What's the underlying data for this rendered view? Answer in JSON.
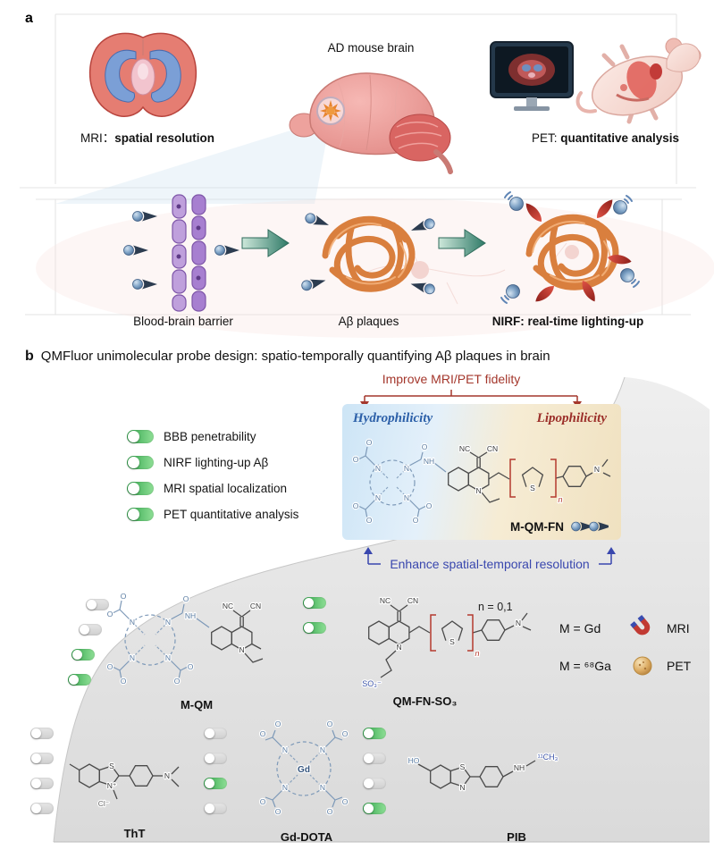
{
  "panel_a": {
    "label": "a",
    "mri": {
      "prefix": "MRI：",
      "bold": "spatial resolution"
    },
    "center_title": "AD mouse brain",
    "pet": {
      "prefix": "PET: ",
      "bold": "quantitative analysis"
    },
    "bottom": {
      "bbb_label": "Blood-brain barrier",
      "abeta_label": "Aβ plaques",
      "nirf_label": "NIRF: real-time lighting-up"
    }
  },
  "panel_b": {
    "label": "b",
    "title": "QMFluor unimolecular probe design: spatio-temporally quantifying Aβ plaques in brain",
    "improve_label": "Improve MRI/PET fidelity",
    "hydrophilicity": "Hydrophilicity",
    "lipophilicity": "Lipophilicity",
    "enhance_label": "Enhance spatial-temporal resolution",
    "probe_name": "M-QM-FN",
    "features": [
      {
        "label": "BBB penetrability",
        "state": "on"
      },
      {
        "label": "NIRF lighting-up Aβ",
        "state": "on"
      },
      {
        "label": "MRI spatial localization",
        "state": "on"
      },
      {
        "label": "PET quantitative analysis",
        "state": "on"
      }
    ],
    "compounds": {
      "mqm": {
        "name": "M-QM",
        "toggles": [
          "off",
          "off",
          "on",
          "on"
        ]
      },
      "qmfnso3": {
        "name": "QM-FN-SO₃",
        "n_note": "n = 0,1",
        "toggles": [
          "on",
          "on"
        ]
      },
      "tht": {
        "name": "ThT",
        "toggles": [
          "off",
          "off",
          "off",
          "off"
        ]
      },
      "gddota": {
        "name": "Gd-DOTA",
        "toggles": [
          "off",
          "off",
          "on",
          "off"
        ]
      },
      "pib": {
        "name": "PIB",
        "toggles": [
          "on",
          "off",
          "off",
          "on"
        ]
      }
    },
    "legend": {
      "row1": {
        "text": "M = Gd",
        "modality": "MRI"
      },
      "row2": {
        "text": "M = ⁶⁸Ga",
        "modality": "PET"
      }
    }
  },
  "atoms": {
    "N": "N",
    "S": "S",
    "O": "O",
    "NH": "NH",
    "NC": "NC",
    "CN": "CN",
    "Nplus": "N⁺",
    "Cl": "Cl⁻",
    "SO3": "SO₃⁻",
    "Gd": "Gd",
    "HO": "HO",
    "CH3_11": "¹¹CH₃",
    "n": "n"
  },
  "colors": {
    "accent_red": "#a4372c",
    "accent_blue": "#3947ae",
    "toggle_on_green": "#2fa44a",
    "hydrophilicity_blue": "#2b5fa8",
    "lipophilicity_red": "#9c2f2a"
  }
}
